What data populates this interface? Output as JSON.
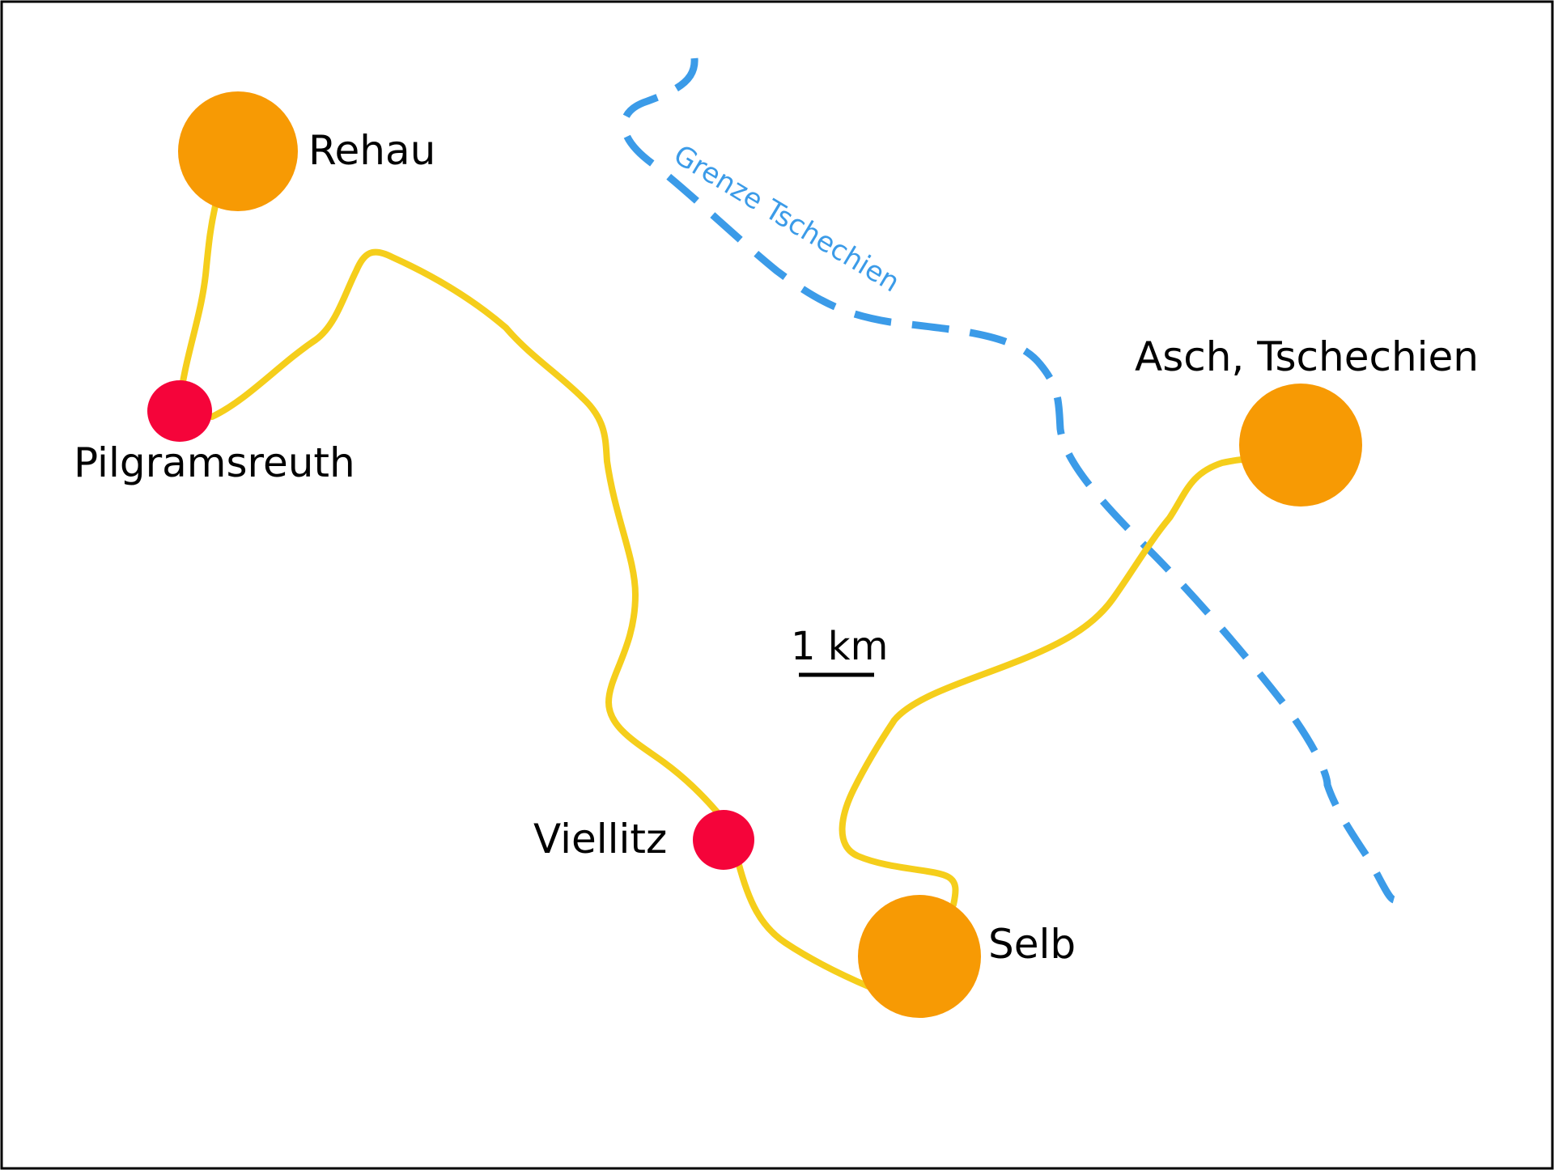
{
  "map": {
    "colors": {
      "route": "#F5CE1B",
      "town": "#F79A04",
      "village": "#F5043A",
      "border": "#3B9BE8",
      "frame": "#000000",
      "background": "#FFFFFF"
    },
    "towns": {
      "rehau": {
        "label": "Rehau",
        "kind": "town"
      },
      "pilgramsreuth": {
        "label": "Pilgramsreuth",
        "kind": "village"
      },
      "viellitz": {
        "label": "Viellitz",
        "kind": "village"
      },
      "selb": {
        "label": "Selb",
        "kind": "town"
      },
      "asch": {
        "label": "Asch, Tschechien",
        "kind": "town"
      }
    },
    "border": {
      "label": "Grenze Tschechien"
    },
    "scale": {
      "label": "1 km"
    }
  }
}
